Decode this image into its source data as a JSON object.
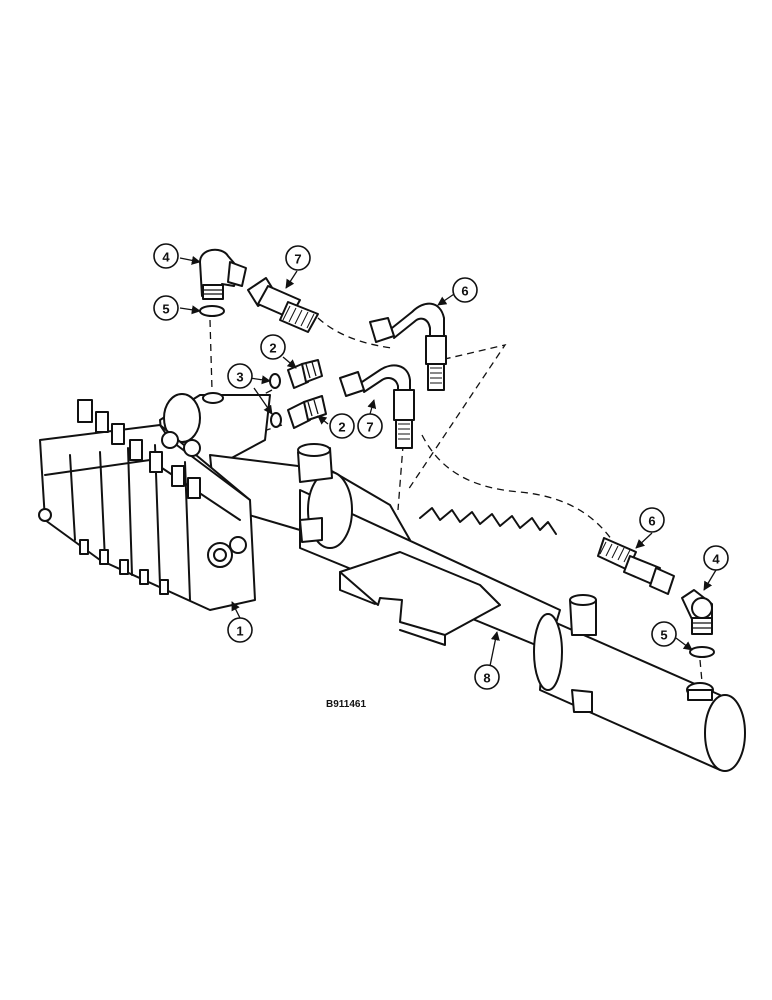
{
  "figure_id": "B911461",
  "callouts": {
    "c1": "1",
    "c2a": "2",
    "c2b": "2",
    "c3": "3",
    "c4a": "4",
    "c4b": "4",
    "c5a": "5",
    "c5b": "5",
    "c6a": "6",
    "c6b": "6",
    "c7a": "7",
    "c7b": "7",
    "c8": "8"
  }
}
